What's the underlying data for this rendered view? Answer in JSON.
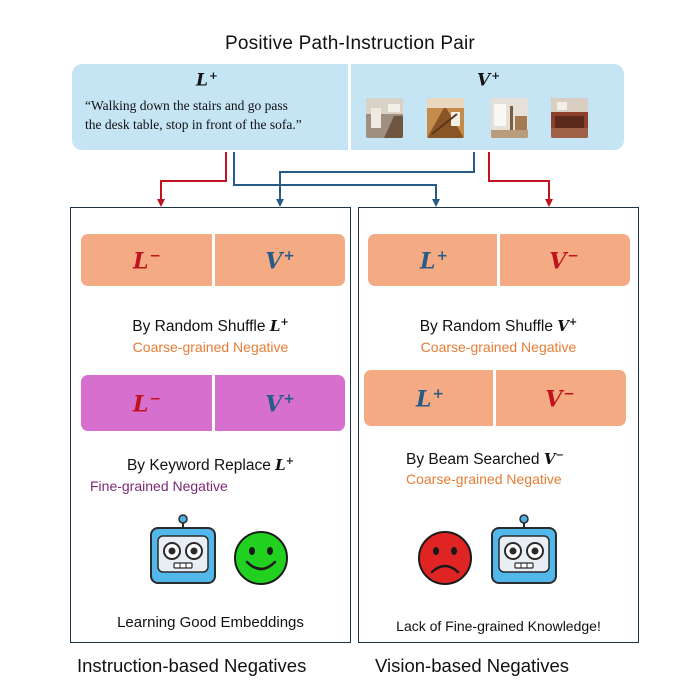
{
  "title": "Positive Path-Instruction Pair",
  "top": {
    "lang_label": "L",
    "vis_label": "V",
    "plus": "+",
    "minus": "−",
    "quote_line1": "“Walking down the stairs and go pass",
    "quote_line2": "the desk table, stop in front of the sofa.”"
  },
  "left_panel": {
    "pill1": {
      "a": "L",
      "a_sup": "−",
      "b": "V",
      "b_sup": "+"
    },
    "method1_prefix": "By Random Shuffle ",
    "method1_sym": "L",
    "method1_sup": "+",
    "sub1": "Coarse-grained Negative",
    "pill2": {
      "a": "L",
      "a_sup": "−",
      "b": "V",
      "b_sup": "+"
    },
    "method2_prefix": "By Keyword Replace ",
    "method2_sym": "L",
    "method2_sup": "+",
    "sub2": "Fine-grained Negative",
    "footer": "Learning Good Embeddings",
    "caption": "Instruction-based Negatives"
  },
  "right_panel": {
    "pill1": {
      "a": "L",
      "a_sup": "+",
      "b": "V",
      "b_sup": "−"
    },
    "method1_prefix": "By Random Shuffle ",
    "method1_sym": "V",
    "method1_sup": "+",
    "sub1": "Coarse-grained Negative",
    "pill2": {
      "a": "L",
      "a_sup": "+",
      "b": "V",
      "b_sup": "−"
    },
    "method2_prefix": "By Beam Searched ",
    "method2_sym": "V",
    "method2_sup": "−",
    "sub2": "Coarse-grained Negative",
    "footer": "Lack of Fine-grained Knowledge!",
    "caption": "Vision-based Negatives"
  },
  "colors": {
    "top_box": "#c5e5f5",
    "coarse_pill": "#f4ab84",
    "fine_pill": "#d76fce",
    "negative_red": "#c1121f",
    "positive_blue": "#2a5a86",
    "coarse_text": "#e67c35",
    "fine_text": "#7d2a76"
  },
  "icons": [
    "robot-icon",
    "happy-face-icon",
    "sad-face-icon",
    "scene-thumbnail-icon"
  ]
}
